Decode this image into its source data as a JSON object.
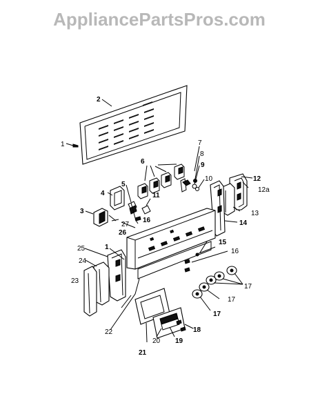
{
  "watermark": "AppliancePartsPros.com",
  "callouts": {
    "c1a": "1",
    "c2": "2",
    "c6": "6",
    "c7": "7",
    "c8": "8",
    "c9": "9",
    "c10": "10",
    "c12": "12",
    "c12a": "12a",
    "c4": "4",
    "c5": "5",
    "c11": "11",
    "c13": "13",
    "c3": "3",
    "c16a": "16",
    "c27": "27",
    "c14": "14",
    "c26": "26",
    "c1b": "1",
    "c15": "15",
    "c16b": "16",
    "c25": "25",
    "c24": "24",
    "c23": "23",
    "c17a": "17",
    "c17b": "17",
    "c17c": "17",
    "c22": "22",
    "c18": "18",
    "c20": "20",
    "c19": "19",
    "c21": "21"
  }
}
